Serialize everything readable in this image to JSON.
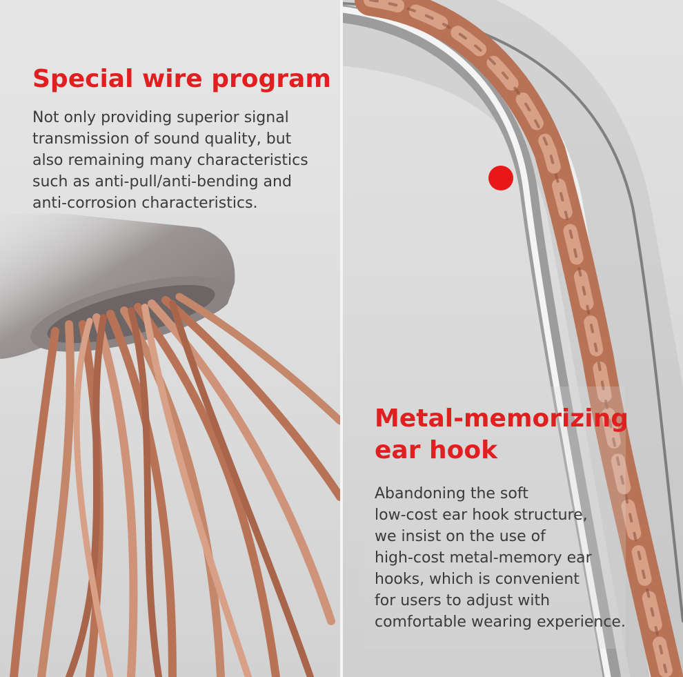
{
  "left_panel": {
    "heading": "Special wire program",
    "body_lines": [
      "Not only providing superior signal",
      "transmission of sound quality, but",
      "also remaining many characteristics",
      "such as anti-pull/anti-bending and",
      "anti-corrosion characteristics."
    ]
  },
  "right_panel": {
    "heading_lines": [
      "Metal-memorizing",
      "ear hook"
    ],
    "body_lines": [
      "Abandoning the soft",
      "low-cost ear hook structure,",
      "we insist on the use of",
      "high-cost metal-memory ear",
      "hooks, which is convenient",
      "for users to adjust with",
      "comfortable wearing experience."
    ]
  },
  "colors": {
    "accent": "#e02020",
    "copper": "#c98a6e",
    "copper_dark": "#a8654a",
    "text": "#3a3a3a",
    "panel_bg": "#dcdcdc",
    "marker_dot": "#e81818"
  },
  "icons": {
    "marker": "red-dot"
  }
}
